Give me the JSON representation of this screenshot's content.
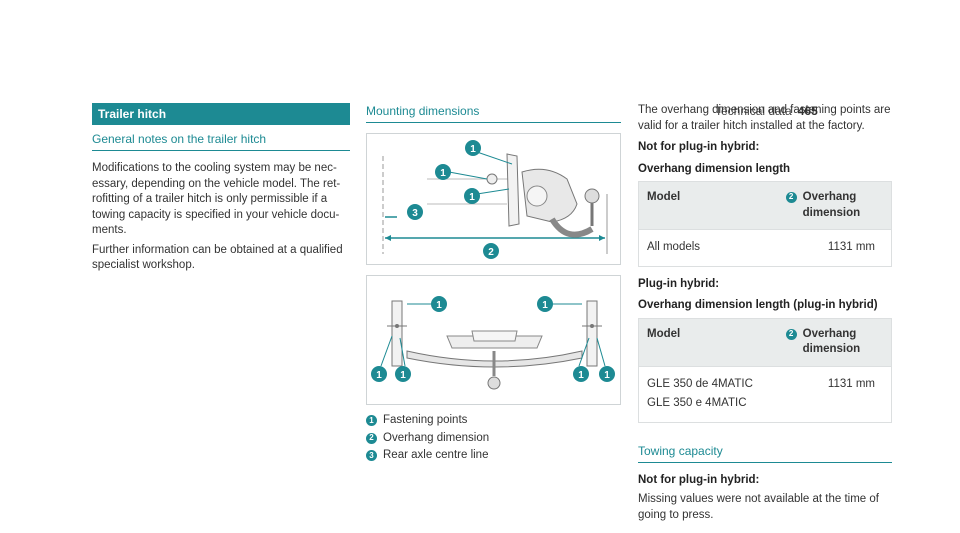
{
  "header": {
    "section": "Technical data",
    "page": "465"
  },
  "col1": {
    "banner": "Trailer hitch",
    "title": "General notes on the trailer hitch",
    "p1": "Modifications to the cooling system may be nec-essary, depending on the vehicle model. The ret-rofitting of a trailer hitch is only permissible if a towing capacity is specified in your vehicle docu-ments.",
    "p2": "Further information can be obtained at a qualified specialist workshop."
  },
  "col2": {
    "title": "Mounting dimensions",
    "legend": [
      {
        "num": "1",
        "label": "Fastening points"
      },
      {
        "num": "2",
        "label": "Overhang dimension"
      },
      {
        "num": "3",
        "label": "Rear axle centre line"
      }
    ]
  },
  "col3": {
    "intro": "The overhang dimension and fastening points are valid for a trailer hitch installed at the factory.",
    "h_not_plugin": "Not for plug-in hybrid:",
    "h_overhang": "Overhang dimension length",
    "table1": {
      "col_model": "Model",
      "col_dim_num": "2",
      "col_dim": "Overhang dimension",
      "rows": [
        {
          "model": "All models",
          "value": "1131 mm"
        }
      ]
    },
    "h_plugin": "Plug-in hybrid:",
    "h_overhang_plugin": "Overhang dimension length (plug-in hybrid)",
    "table2": {
      "col_model": "Model",
      "col_dim_num": "2",
      "col_dim": "Overhang dimension",
      "rows": [
        {
          "model1": "GLE 350 de 4MATIC",
          "model2": "GLE 350 e 4MATIC",
          "value": "1131 mm"
        }
      ]
    },
    "towing_title": "Towing capacity",
    "h_towing_not_plugin": "Not for plug-in hybrid:",
    "towing_text": "Missing values were not available at the time of going to press."
  },
  "colors": {
    "accent": "#1d8a93"
  }
}
